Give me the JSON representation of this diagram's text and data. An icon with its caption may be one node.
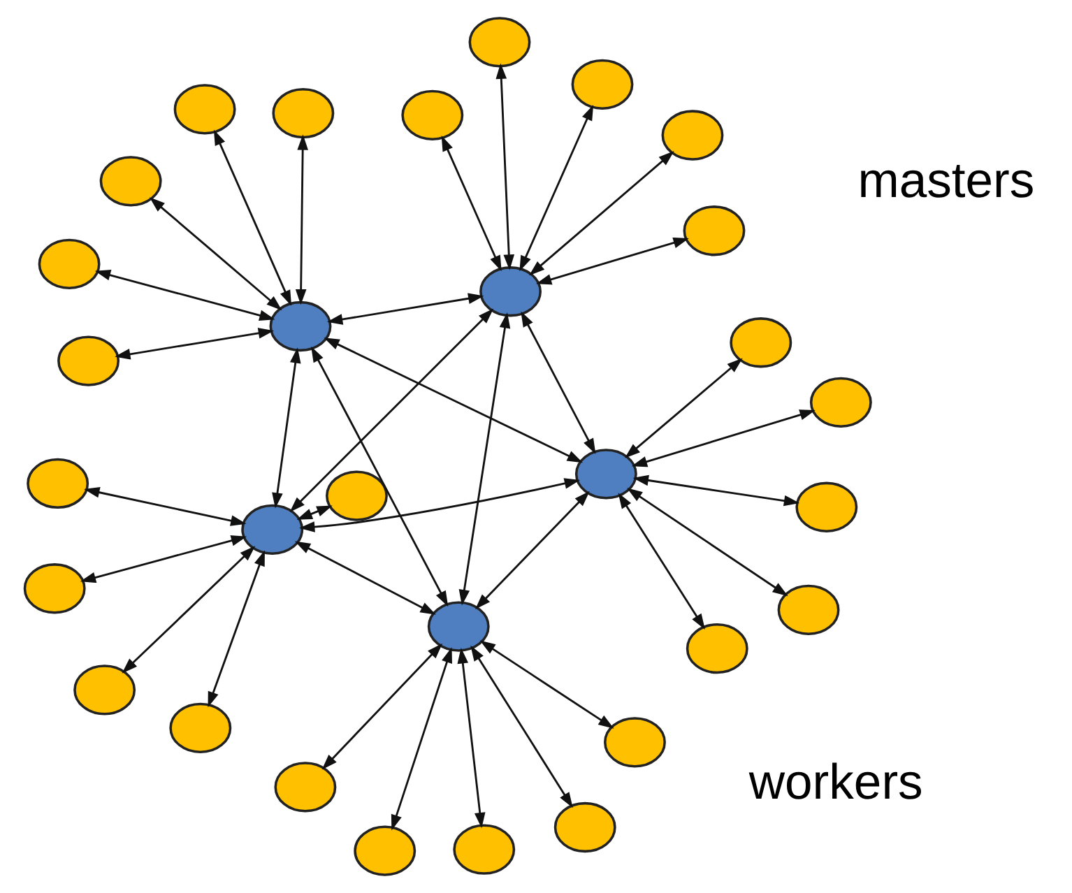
{
  "diagram": {
    "nodes": [
      {
        "text": [],
        "shape": "circle"
      },
      {
        "text": [],
        "shape": "circle"
      },
      {
        "text": [],
        "shape": "circle"
      },
      {
        "text": [],
        "shape": "circle"
      },
      {
        "text": [],
        "shape": "circle"
      },
      {
        "text": [],
        "shape": "circle"
      },
      {
        "text": [],
        "shape": "circle"
      },
      {
        "text": [],
        "shape": "circle"
      },
      {
        "text": [],
        "shape": "circle"
      },
      {
        "text": [],
        "shape": "circle"
      },
      {
        "text": [],
        "shape": "circle"
      },
      {
        "text": [],
        "shape": "circle"
      },
      {
        "text": [],
        "shape": "circle"
      },
      {
        "text": [],
        "shape": "circle"
      },
      {
        "text": [],
        "shape": "circle"
      },
      {
        "text": [],
        "shape": "circle"
      },
      {
        "text": [],
        "shape": "circle"
      },
      {
        "text": [],
        "shape": "circle"
      },
      {
        "text": [],
        "shape": "circle"
      },
      {
        "text": [],
        "shape": "circle"
      },
      {
        "text": [],
        "shape": "circle"
      },
      {
        "text": [],
        "shape": "circle"
      },
      {
        "text": [],
        "shape": "circle"
      },
      {
        "text": [],
        "shape": "circle"
      },
      {
        "text": [],
        "shape": "circle"
      },
      {
        "text": [],
        "shape": "circle"
      },
      {
        "text": [],
        "shape": "circle"
      },
      {
        "text": [],
        "shape": "circle"
      },
      {
        "text": [],
        "shape": "circle"
      },
      {
        "text": [],
        "shape": "circle"
      }
    ],
    "edges": [
      {
        "from": 15,
        "to": 0,
        "arrow": "both"
      },
      {
        "from": 15,
        "to": 1,
        "arrow": "both"
      },
      {
        "from": 15,
        "to": 2,
        "arrow": "both"
      },
      {
        "from": 15,
        "to": 3,
        "arrow": "both"
      },
      {
        "from": 15,
        "to": 4,
        "arrow": "both"
      },
      {
        "from": 16,
        "to": 5,
        "arrow": "both"
      },
      {
        "from": 16,
        "to": 6,
        "arrow": "both"
      },
      {
        "from": 16,
        "to": 7,
        "arrow": "both"
      },
      {
        "from": 16,
        "to": 8,
        "arrow": "both"
      },
      {
        "from": 16,
        "to": 9,
        "arrow": "both"
      },
      {
        "from": 17,
        "to": 10,
        "arrow": "both"
      },
      {
        "from": 17,
        "to": 11,
        "arrow": "both"
      },
      {
        "from": 17,
        "to": 12,
        "arrow": "both"
      },
      {
        "from": 17,
        "to": 13,
        "arrow": "both"
      },
      {
        "from": 17,
        "to": 14,
        "arrow": "both"
      },
      {
        "from": 18,
        "to": 20,
        "arrow": "both"
      },
      {
        "from": 18,
        "to": 21,
        "arrow": "both"
      },
      {
        "from": 18,
        "to": 22,
        "arrow": "both"
      },
      {
        "from": 18,
        "to": 23,
        "arrow": "both"
      },
      {
        "from": 18,
        "to": 24,
        "arrow": "both"
      },
      {
        "from": 19,
        "to": 25,
        "arrow": "both"
      },
      {
        "from": 19,
        "to": 26,
        "arrow": "both"
      },
      {
        "from": 19,
        "to": 27,
        "arrow": "both"
      },
      {
        "from": 19,
        "to": 28,
        "arrow": "both"
      },
      {
        "from": 19,
        "to": 29,
        "arrow": "both"
      },
      {
        "from": 15,
        "to": 16,
        "arrow": "both"
      },
      {
        "from": 15,
        "to": 17,
        "arrow": "both"
      },
      {
        "from": 15,
        "to": 18,
        "arrow": "both"
      },
      {
        "from": 15,
        "to": 19,
        "arrow": "both"
      },
      {
        "from": 16,
        "to": 17,
        "arrow": "both"
      },
      {
        "from": 16,
        "to": 18,
        "arrow": "both"
      },
      {
        "from": 16,
        "to": 19,
        "arrow": "both"
      },
      {
        "from": 17,
        "to": 18,
        "arrow": "both"
      },
      {
        "from": 17,
        "to": 19,
        "arrow": "both"
      },
      {
        "from": 18,
        "to": 19,
        "arrow": "both"
      }
    ],
    "labels": [
      "workers",
      "masters"
    ]
  }
}
